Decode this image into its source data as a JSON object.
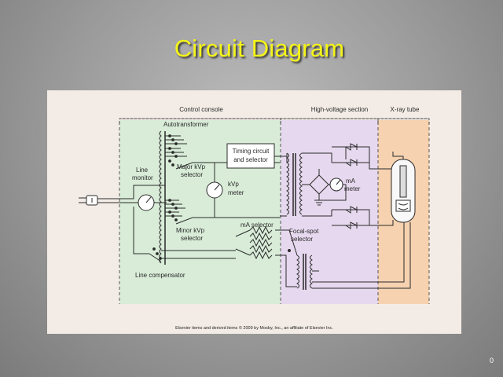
{
  "slide": {
    "title": "Circuit Diagram",
    "number": "0"
  },
  "diagram": {
    "sections": {
      "control_console": "Control console",
      "high_voltage": "High-voltage section",
      "xray_tube": "X-ray tube"
    },
    "labels": {
      "autotransformer": "Autotransformer",
      "timing_1": "Timing circuit",
      "timing_2": "and selector",
      "line_1": "Line",
      "line_2": "monitor",
      "major_1": "Major kVp",
      "major_2": "selector",
      "kvp_1": "kVp",
      "kvp_2": "meter",
      "ma_meter_1": "mA",
      "ma_meter_2": "meter",
      "minor_1": "Minor kVp",
      "minor_2": "selector",
      "ma_selector": "mA selector",
      "focal_1": "Focal-spot",
      "focal_2": "selector",
      "line_comp": "Line compensator"
    },
    "copyright": "Elsevier items and derived items © 2009 by Mosby, Inc., an affiliate of Elsevier Inc.",
    "colors": {
      "console_fill": "#d8ecd8",
      "hv_fill": "#e6d8ee",
      "tube_fill": "#f6d2b0",
      "line": "#2b2b2b"
    }
  }
}
